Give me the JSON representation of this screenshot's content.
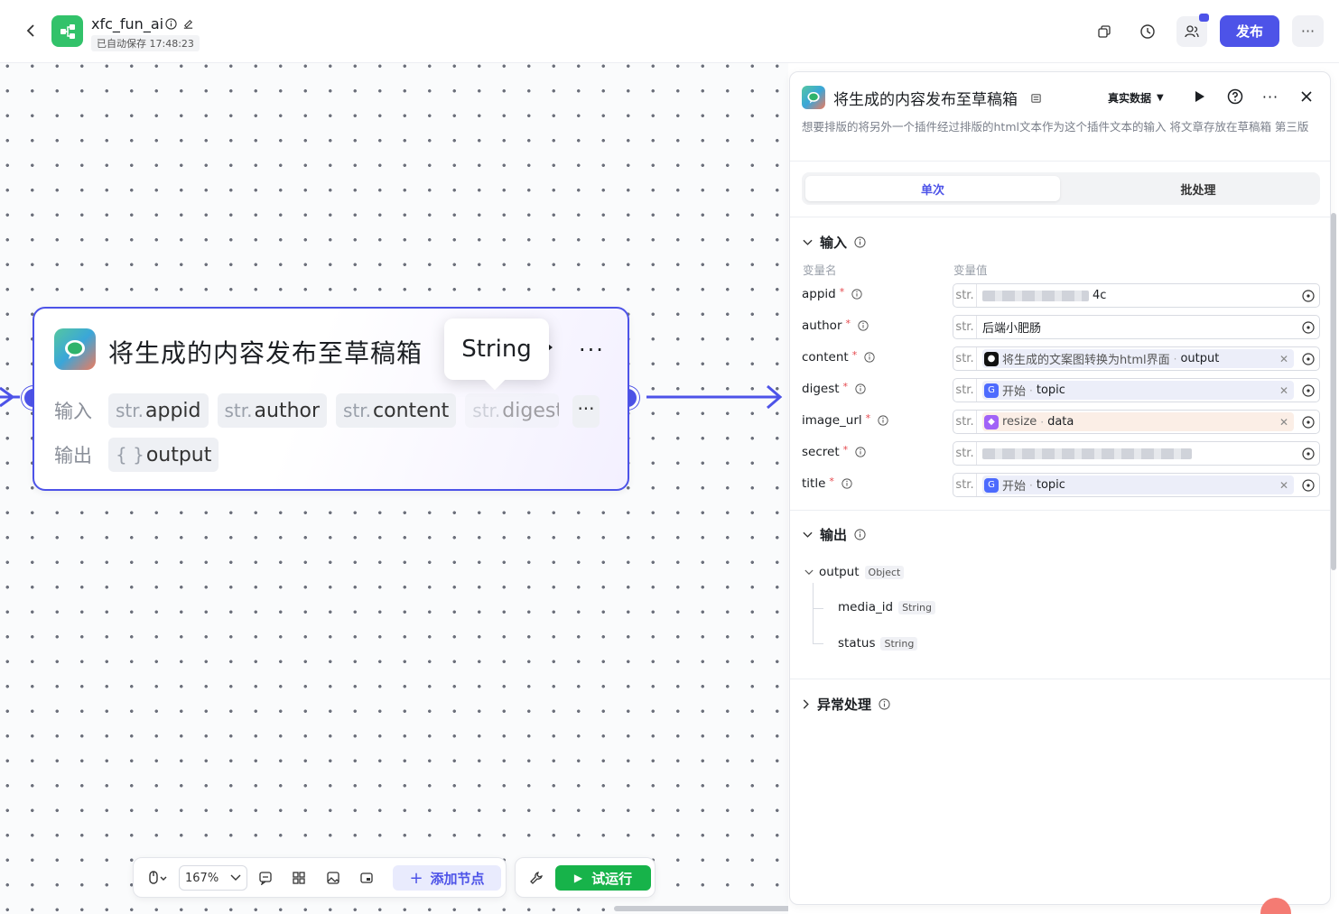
{
  "header": {
    "app_name": "xfc_fun_ai",
    "autosave": "已自动保存 17:48:23",
    "publish_label": "发布",
    "more_label": "···"
  },
  "node": {
    "title": "将生成的内容发布至草稿箱",
    "input_label": "输入",
    "output_label": "输出",
    "inputs": [
      {
        "prefix": "str.",
        "name": "appid"
      },
      {
        "prefix": "str.",
        "name": "author"
      },
      {
        "prefix": "str.",
        "name": "content"
      },
      {
        "prefix": "str.",
        "name": "digest"
      }
    ],
    "outputs": [
      {
        "prefix": "{ }",
        "name": "output"
      }
    ],
    "more_label": "···",
    "tooltip": "String"
  },
  "toolbar": {
    "zoom": "167%",
    "add_node": "添加节点",
    "run": "试运行"
  },
  "panel": {
    "title": "将生成的内容发布至草稿箱",
    "data_source": "真实数据",
    "description": "想要排版的将另外一个插件经过排版的html文本作为这个插件文本的输入 将文章存放在草稿箱 第三版",
    "tabs": [
      "单次",
      "批处理"
    ],
    "input_section": "输入",
    "col_name": "变量名",
    "col_value": "变量值",
    "inputs": [
      {
        "name": "appid",
        "prefix": "str.",
        "kind": "blurred",
        "tail": "4c"
      },
      {
        "name": "author",
        "prefix": "str.",
        "kind": "text",
        "value": "后端小肥肠"
      },
      {
        "name": "content",
        "prefix": "str.",
        "kind": "ref",
        "source": "将生成的文案图转换为html界面",
        "field": "output",
        "icon": "black"
      },
      {
        "name": "digest",
        "prefix": "str.",
        "kind": "ref",
        "source": "开始",
        "field": "topic",
        "icon": "blue"
      },
      {
        "name": "image_url",
        "prefix": "str.",
        "kind": "ref",
        "source": "resize",
        "field": "data",
        "icon": "purple"
      },
      {
        "name": "secret",
        "prefix": "str.",
        "kind": "blurred",
        "tail": ""
      },
      {
        "name": "title",
        "prefix": "str.",
        "kind": "ref",
        "source": "开始",
        "field": "topic",
        "icon": "blue"
      }
    ],
    "output_section": "输出",
    "outputs": {
      "name": "output",
      "type": "Object",
      "children": [
        {
          "name": "media_id",
          "type": "String"
        },
        {
          "name": "status",
          "type": "String"
        }
      ]
    },
    "exception_section": "异常处理"
  },
  "colors": {
    "accent": "#4d53e8",
    "run_green": "#17b34a",
    "required_red": "#e5484d"
  }
}
